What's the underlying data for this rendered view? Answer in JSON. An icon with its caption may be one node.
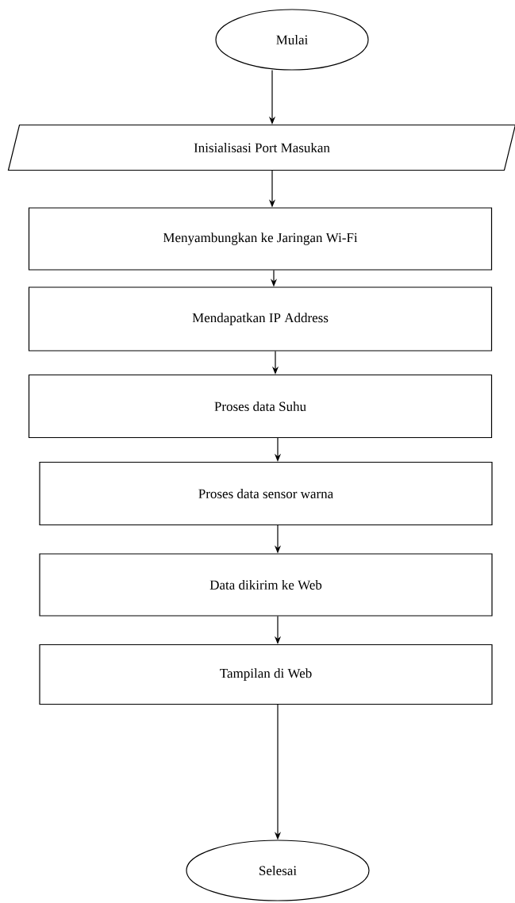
{
  "diagram": {
    "nodes": [
      {
        "text": [
          "Mulai"
        ]
      },
      {
        "text": [
          "Inisialisasi Port Masukan"
        ]
      },
      {
        "text": [
          "Menyambungkan ke Jaringan Wi-Fi"
        ]
      },
      {
        "text": [
          "Mendapatkan IP Address"
        ]
      },
      {
        "text": [
          "Proses data Suhu"
        ]
      },
      {
        "text": [
          "Proses data sensor warna"
        ]
      },
      {
        "text": [
          "Data dikirim ke Web"
        ]
      },
      {
        "text": [
          "Tampilan di Web"
        ]
      },
      {
        "text": [
          "Selesai"
        ]
      }
    ],
    "edges": [
      {
        "from": 0,
        "to": 1,
        "arrow": "to"
      },
      {
        "from": 1,
        "to": 2,
        "arrow": "to"
      },
      {
        "from": 2,
        "to": 3,
        "arrow": "to"
      },
      {
        "from": 3,
        "to": 4,
        "arrow": "to"
      },
      {
        "from": 4,
        "to": 5,
        "arrow": "to"
      },
      {
        "from": 5,
        "to": 6,
        "arrow": "to"
      },
      {
        "from": 6,
        "to": 7,
        "arrow": "to"
      },
      {
        "from": 7,
        "to": 8,
        "arrow": "to"
      }
    ]
  }
}
